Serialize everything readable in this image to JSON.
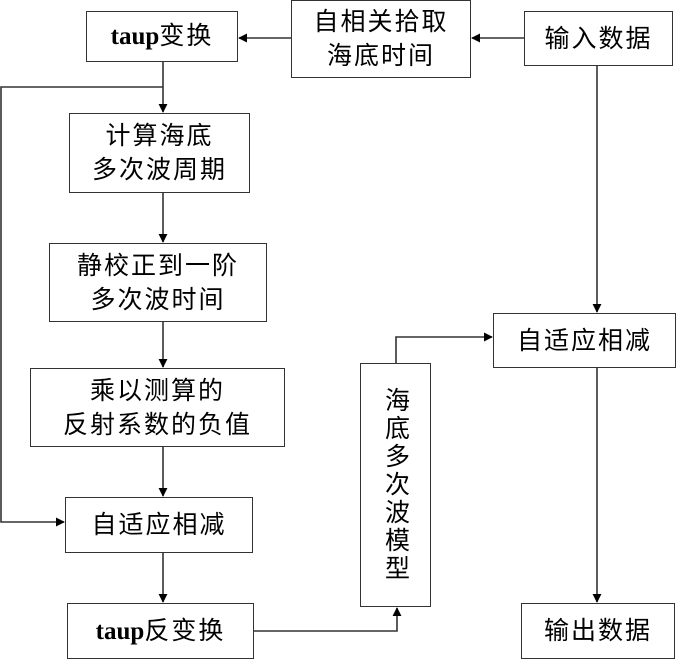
{
  "diagram": {
    "type": "flowchart",
    "nodes": {
      "taup_transform": {
        "lines": [
          "taup变换"
        ]
      },
      "autocorr_pick": {
        "lines": [
          "自相关拾取",
          "海底时间"
        ]
      },
      "input_data": {
        "lines": [
          "输入数据"
        ]
      },
      "calc_period": {
        "lines": [
          "计算海底",
          "多次波周期"
        ]
      },
      "static_correction": {
        "lines": [
          "静校正到一阶",
          "多次波时间"
        ]
      },
      "multiply_reflection": {
        "lines": [
          "乘以测算的",
          "反射系数的负值"
        ]
      },
      "adaptive_subtract_left": {
        "lines": [
          "自适应相减"
        ]
      },
      "inverse_taup": {
        "lines": [
          "taup反变换"
        ]
      },
      "multiple_model": {
        "lines": [
          "海底多次波模型"
        ]
      },
      "adaptive_subtract_right": {
        "lines": [
          "自适应相减"
        ]
      },
      "output_data": {
        "lines": [
          "输出数据"
        ]
      }
    },
    "edges": [
      {
        "from": "input_data",
        "to": "autocorr_pick"
      },
      {
        "from": "autocorr_pick",
        "to": "taup_transform"
      },
      {
        "from": "taup_transform",
        "to": "calc_period"
      },
      {
        "from": "taup_transform",
        "to": "adaptive_subtract_left",
        "note": "left bypass loop"
      },
      {
        "from": "calc_period",
        "to": "static_correction"
      },
      {
        "from": "static_correction",
        "to": "multiply_reflection"
      },
      {
        "from": "multiply_reflection",
        "to": "adaptive_subtract_left"
      },
      {
        "from": "adaptive_subtract_left",
        "to": "inverse_taup"
      },
      {
        "from": "inverse_taup",
        "to": "multiple_model"
      },
      {
        "from": "multiple_model",
        "to": "adaptive_subtract_right"
      },
      {
        "from": "input_data",
        "to": "adaptive_subtract_right"
      },
      {
        "from": "adaptive_subtract_right",
        "to": "output_data"
      }
    ]
  }
}
